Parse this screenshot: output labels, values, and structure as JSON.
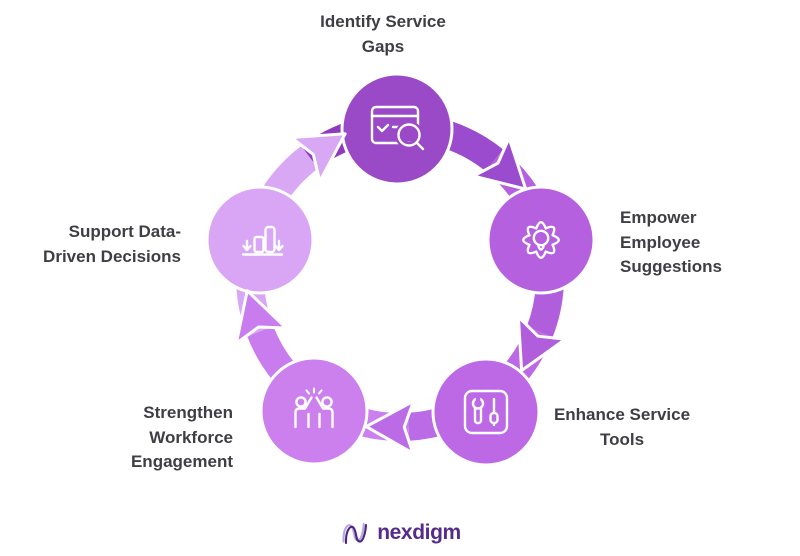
{
  "diagram": {
    "nodes": [
      {
        "id": "identify-service-gaps",
        "label": "Identify Service Gaps",
        "color": "#9b4ac7",
        "icon": "browser-audit-search-icon"
      },
      {
        "id": "empower-employee-suggestions",
        "label": "Empower Employee Suggestions",
        "color": "#b560de",
        "icon": "gear-lightbulb-icon"
      },
      {
        "id": "enhance-service-tools",
        "label": "Enhance Service Tools",
        "color": "#bd69e6",
        "icon": "wrench-slider-tools-icon"
      },
      {
        "id": "strengthen-workforce-engagement",
        "label": "Strengthen Workforce Engagement",
        "color": "#cb80ee",
        "icon": "high-five-icon"
      },
      {
        "id": "support-data-driven-decisions",
        "label": "Support Data-Driven Decisions",
        "color": "#d8a6f4",
        "icon": "bar-chart-icon"
      }
    ],
    "arrows": [
      {
        "from": "identify-service-gaps",
        "to": "empower-employee-suggestions",
        "color": "#9a4bce",
        "stub_color": "#b560de"
      },
      {
        "from": "empower-employee-suggestions",
        "to": "enhance-service-tools",
        "color": "#b15edd",
        "stub_color": "#bd69e6"
      },
      {
        "from": "enhance-service-tools",
        "to": "strengthen-workforce-engagement",
        "color": "#bc6be7",
        "stub_color": "#cb80ee"
      },
      {
        "from": "strengthen-workforce-engagement",
        "to": "support-data-driven-decisions",
        "color": "#c97ced",
        "stub_color": "#d8a6f4"
      },
      {
        "from": "support-data-driven-decisions",
        "to": "identify-service-gaps",
        "color": "#d8a8f4",
        "stub_color": "#8d3abd"
      }
    ],
    "label_color": "#3e3e44",
    "outline_color": "#ffffff"
  },
  "footer": {
    "brand": "nexdigm",
    "brand_color": "#562b8b",
    "logo_light_stroke": "#b5a8dc",
    "logo_dark_stroke": "#4e2482"
  }
}
